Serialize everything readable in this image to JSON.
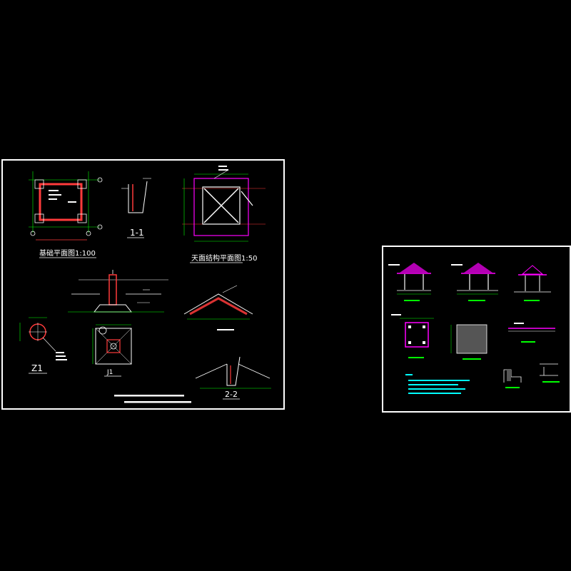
{
  "sheet_left": {
    "foundation_plan_title": "基础平面图1:100",
    "roof_plan_title": "天面结构平面图1:50",
    "section_1_1": "1-1",
    "section_2_2": "2-2",
    "column_z1": "Z1",
    "footing_j1": "J1"
  },
  "colors": {
    "frame": "#ffffff",
    "red": "#ff3b3b",
    "magenta": "#ff00ff",
    "green": "#00ff00",
    "cyan": "#00ffff",
    "yellow": "#ffff00",
    "white": "#ffffff",
    "orange": "#ff7f00"
  }
}
